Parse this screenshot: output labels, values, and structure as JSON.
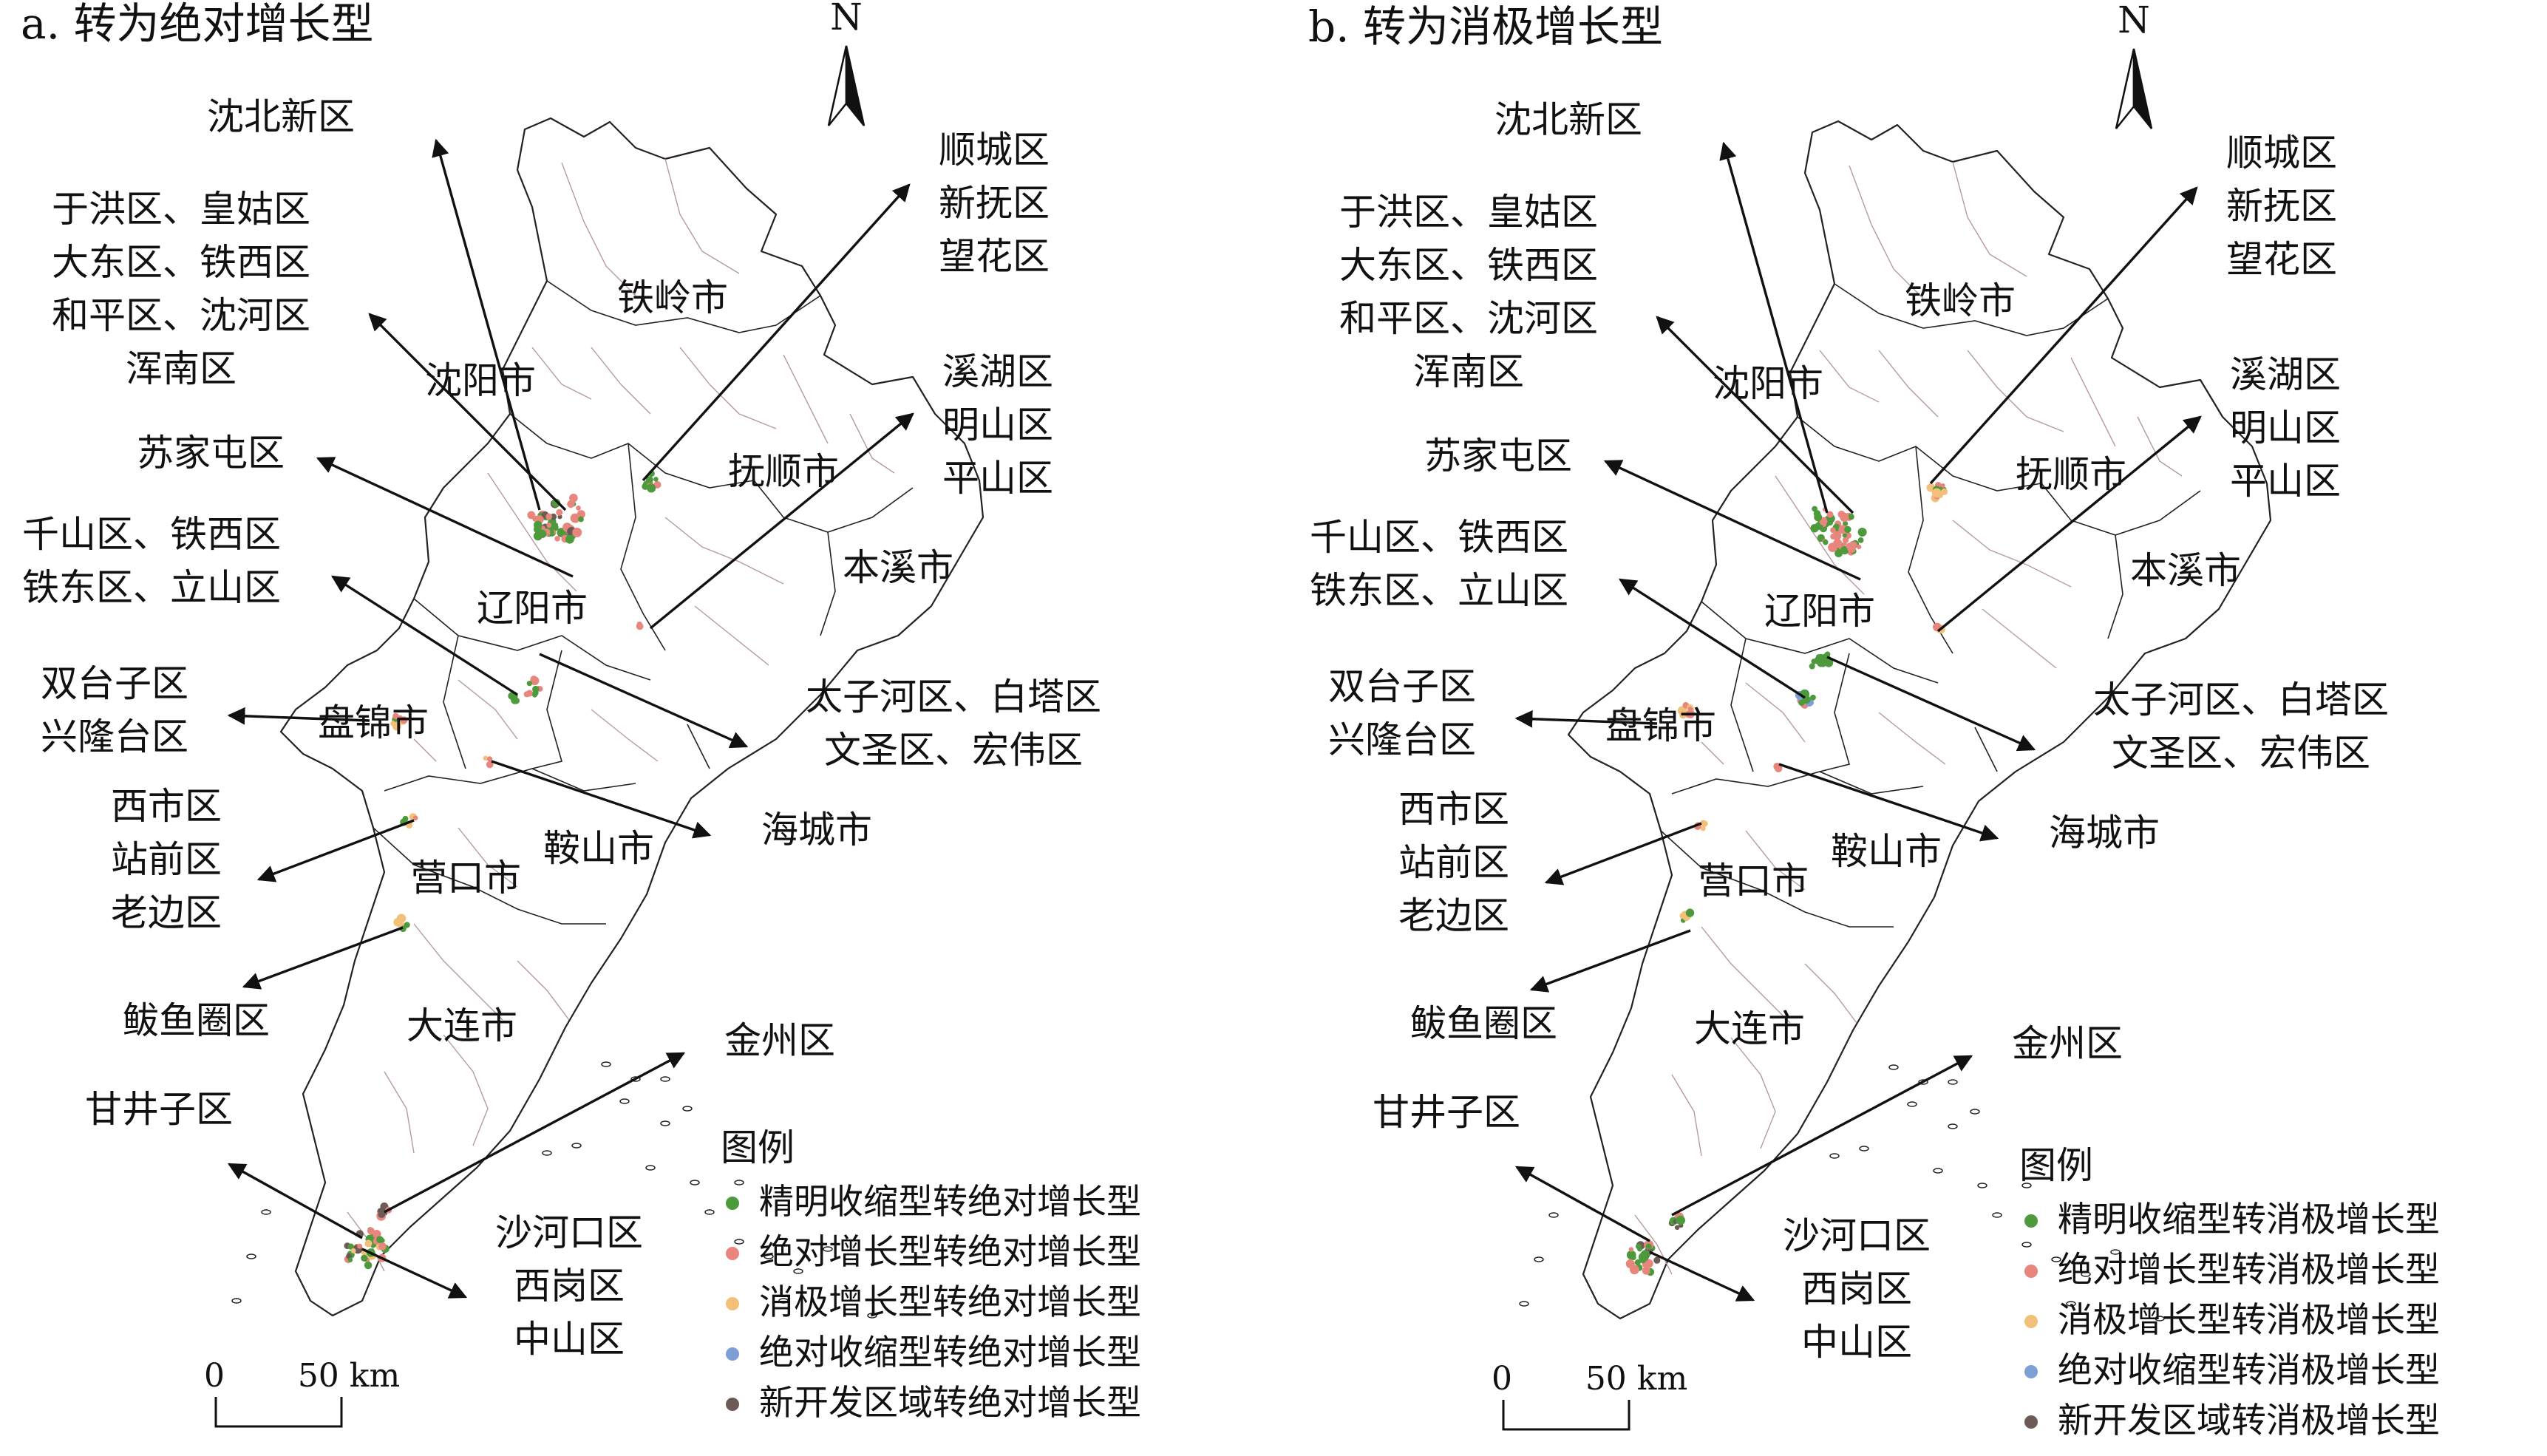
{
  "colors": {
    "green": "#4c9a3c",
    "red": "#e8867e",
    "orange": "#f3c07a",
    "blue": "#7e9ed6",
    "brown": "#6b5a55",
    "outline": "#222222",
    "district": "#b79a9a"
  },
  "north_label": "N",
  "scale": {
    "zero": "0",
    "distance": "50 km"
  },
  "legend_title": "图例",
  "panels": [
    {
      "title": "a. 转为绝对增长型",
      "legend_items": [
        {
          "label": "精明收缩型转绝对增长型",
          "color": "#4c9a3c"
        },
        {
          "label": "绝对增长型转绝对增长型",
          "color": "#e8867e"
        },
        {
          "label": "消极增长型转绝对增长型",
          "color": "#f3c07a"
        },
        {
          "label": "绝对收缩型转绝对增长型",
          "color": "#7e9ed6"
        },
        {
          "label": "新开发区域转绝对增长型",
          "color": "#6b5a55"
        }
      ],
      "cities": [
        "铁岭市",
        "沈阳市",
        "抚顺市",
        "本溪市",
        "辽阳市",
        "盘锦市",
        "鞍山市",
        "营口市",
        "大连市"
      ],
      "callouts": [
        {
          "lines": [
            "沈北新区"
          ]
        },
        {
          "lines": [
            "于洪区、皇姑区",
            "大东区、铁西区",
            "和平区、沈河区",
            "浑南区"
          ]
        },
        {
          "lines": [
            "苏家屯区"
          ]
        },
        {
          "lines": [
            "千山区、铁西区",
            "铁东区、立山区"
          ]
        },
        {
          "lines": [
            "双台子区",
            "兴隆台区"
          ]
        },
        {
          "lines": [
            "西市区",
            "站前区",
            "老边区"
          ]
        },
        {
          "lines": [
            "鲅鱼圈区"
          ]
        },
        {
          "lines": [
            "甘井子区"
          ]
        },
        {
          "lines": [
            "顺城区",
            "新抚区",
            "望花区"
          ]
        },
        {
          "lines": [
            "溪湖区",
            "明山区",
            "平山区"
          ]
        },
        {
          "lines": [
            "太子河区、白塔区",
            "文圣区、宏伟区"
          ]
        },
        {
          "lines": [
            "海城市"
          ]
        },
        {
          "lines": [
            "金州区"
          ]
        },
        {
          "lines": [
            "沙河口区",
            "西岗区",
            "中山区"
          ]
        }
      ]
    },
    {
      "title": "b. 转为消极增长型",
      "legend_items": [
        {
          "label": "精明收缩型转消极增长型",
          "color": "#4c9a3c"
        },
        {
          "label": "绝对增长型转消极增长型",
          "color": "#e8867e"
        },
        {
          "label": "消极增长型转消极增长型",
          "color": "#f3c07a"
        },
        {
          "label": "绝对收缩型转消极增长型",
          "color": "#7e9ed6"
        },
        {
          "label": "新开发区域转消极增长型",
          "color": "#6b5a55"
        }
      ],
      "cities": [
        "铁岭市",
        "沈阳市",
        "抚顺市",
        "本溪市",
        "辽阳市",
        "盘锦市",
        "鞍山市",
        "营口市",
        "大连市"
      ],
      "callouts": [
        {
          "lines": [
            "沈北新区"
          ]
        },
        {
          "lines": [
            "于洪区、皇姑区",
            "大东区、铁西区",
            "和平区、沈河区",
            "浑南区"
          ]
        },
        {
          "lines": [
            "苏家屯区"
          ]
        },
        {
          "lines": [
            "千山区、铁西区",
            "铁东区、立山区"
          ]
        },
        {
          "lines": [
            "双台子区",
            "兴隆台区"
          ]
        },
        {
          "lines": [
            "西市区",
            "站前区",
            "老边区"
          ]
        },
        {
          "lines": [
            "鲅鱼圈区"
          ]
        },
        {
          "lines": [
            "甘井子区"
          ]
        },
        {
          "lines": [
            "顺城区",
            "新抚区",
            "望花区"
          ]
        },
        {
          "lines": [
            "溪湖区",
            "明山区",
            "平山区"
          ]
        },
        {
          "lines": [
            "太子河区、白塔区",
            "文圣区、宏伟区"
          ]
        },
        {
          "lines": [
            "海城市"
          ]
        },
        {
          "lines": [
            "金州区"
          ]
        },
        {
          "lines": [
            "沙河口区",
            "西岗区",
            "中山区"
          ]
        }
      ]
    }
  ]
}
